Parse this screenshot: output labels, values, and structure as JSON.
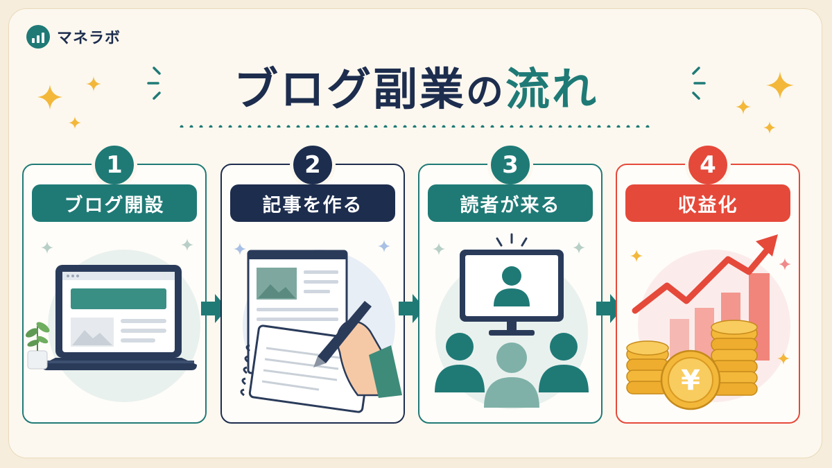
{
  "brand": {
    "name": "マネラボ"
  },
  "title": {
    "part1": "ブログ副業",
    "part2": "の",
    "part3": "流れ"
  },
  "colors": {
    "teal": "#1f7a76",
    "navy": "#1d2d4e",
    "red": "#e5493a",
    "gold": "#f3b73a"
  },
  "steps": [
    {
      "number": "1",
      "label": "ブログ開設",
      "icon": "laptop-icon"
    },
    {
      "number": "2",
      "label": "記事を作る",
      "icon": "notebook-pen-icon"
    },
    {
      "number": "3",
      "label": "読者が来る",
      "icon": "audience-monitor-icon"
    },
    {
      "number": "4",
      "label": "収益化",
      "icon": "coins-growth-icon",
      "coin_symbol": "¥"
    }
  ]
}
